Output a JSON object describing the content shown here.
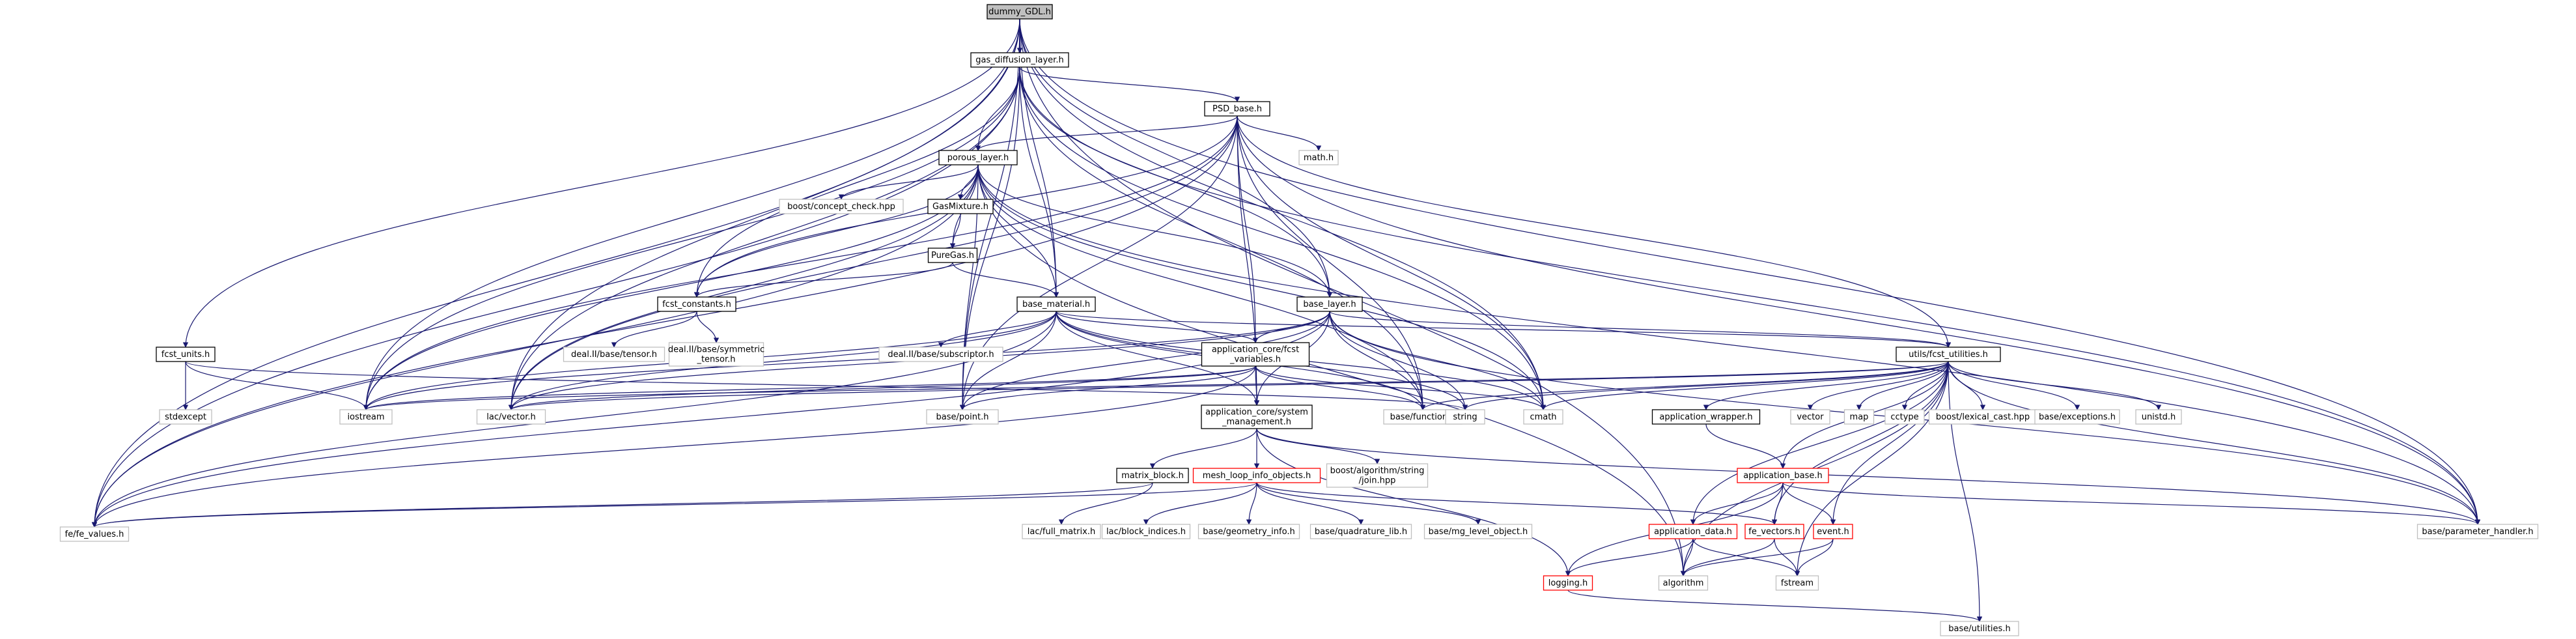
{
  "graph": {
    "root": "dummy_GDL.h",
    "colors": {
      "edge": "#191970",
      "border_documented": "#000000",
      "border_undocumented": "#bfbfbf",
      "border_truncated": "#ff0000",
      "fill_root": "#bfbfbf",
      "fill_default": "#ffffff"
    },
    "nodes": [
      {
        "id": "dummy",
        "label": "dummy_GDL.h",
        "style": "root"
      },
      {
        "id": "gdl",
        "label": "gas_diffusion_layer.h",
        "style": "doc"
      },
      {
        "id": "psd",
        "label": "PSD_base.h",
        "style": "doc"
      },
      {
        "id": "math",
        "label": "math.h",
        "style": "ext"
      },
      {
        "id": "porous",
        "label": "porous_layer.h",
        "style": "doc"
      },
      {
        "id": "concept",
        "label": "boost/concept_check.hpp",
        "style": "ext"
      },
      {
        "id": "gasmix",
        "label": "GasMixture.h",
        "style": "doc"
      },
      {
        "id": "puregas",
        "label": "PureGas.h",
        "style": "doc"
      },
      {
        "id": "fcstconst",
        "label": "fcst_constants.h",
        "style": "doc"
      },
      {
        "id": "tensor",
        "label": "deal.II/base/tensor.h",
        "style": "ext"
      },
      {
        "id": "symtensor",
        "label": "deal.II/base/symmetric\n_tensor.h",
        "style": "ext"
      },
      {
        "id": "basemat",
        "label": "base_material.h",
        "style": "doc"
      },
      {
        "id": "subscriptor",
        "label": "deal.II/base/subscriptor.h",
        "style": "ext"
      },
      {
        "id": "baselayer",
        "label": "base_layer.h",
        "style": "doc"
      },
      {
        "id": "fcstvars",
        "label": "application_core/fcst\n_variables.h",
        "style": "doc"
      },
      {
        "id": "sysmgmt",
        "label": "application_core/system\n_management.h",
        "style": "doc"
      },
      {
        "id": "fcstunits",
        "label": "fcst_units.h",
        "style": "doc"
      },
      {
        "id": "stdexcept",
        "label": "stdexcept",
        "style": "ext"
      },
      {
        "id": "iostream",
        "label": "iostream",
        "style": "ext"
      },
      {
        "id": "vector_h",
        "label": "lac/vector.h",
        "style": "ext"
      },
      {
        "id": "point",
        "label": "base/point.h",
        "style": "ext"
      },
      {
        "id": "function",
        "label": "base/function.h",
        "style": "ext"
      },
      {
        "id": "string",
        "label": "string",
        "style": "ext"
      },
      {
        "id": "cmath",
        "label": "cmath",
        "style": "ext"
      },
      {
        "id": "utils",
        "label": "utils/fcst_utilities.h",
        "style": "doc"
      },
      {
        "id": "appwrap",
        "label": "application_wrapper.h",
        "style": "doc"
      },
      {
        "id": "vector",
        "label": "vector",
        "style": "ext"
      },
      {
        "id": "map",
        "label": "map",
        "style": "ext"
      },
      {
        "id": "cctype",
        "label": "cctype",
        "style": "ext"
      },
      {
        "id": "lexical",
        "label": "boost/lexical_cast.hpp",
        "style": "ext"
      },
      {
        "id": "exceptions",
        "label": "base/exceptions.h",
        "style": "ext"
      },
      {
        "id": "unistd",
        "label": "unistd.h",
        "style": "ext"
      },
      {
        "id": "fevalues",
        "label": "fe/fe_values.h",
        "style": "ext"
      },
      {
        "id": "matrixblock",
        "label": "matrix_block.h",
        "style": "doc"
      },
      {
        "id": "meshloop",
        "label": "mesh_loop_info_objects.h",
        "style": "trunc"
      },
      {
        "id": "boostjoin",
        "label": "boost/algorithm/string\n/join.hpp",
        "style": "ext"
      },
      {
        "id": "fullmatrix",
        "label": "lac/full_matrix.h",
        "style": "ext"
      },
      {
        "id": "blockind",
        "label": "lac/block_indices.h",
        "style": "ext"
      },
      {
        "id": "geominfo",
        "label": "base/geometry_info.h",
        "style": "ext"
      },
      {
        "id": "quadlib",
        "label": "base/quadrature_lib.h",
        "style": "ext"
      },
      {
        "id": "mglevel",
        "label": "base/mg_level_object.h",
        "style": "ext"
      },
      {
        "id": "appbase",
        "label": "application_base.h",
        "style": "trunc"
      },
      {
        "id": "appdata",
        "label": "application_data.h",
        "style": "trunc"
      },
      {
        "id": "fevectors",
        "label": "fe_vectors.h",
        "style": "trunc"
      },
      {
        "id": "event",
        "label": "event.h",
        "style": "trunc"
      },
      {
        "id": "paramh",
        "label": "base/parameter_handler.h",
        "style": "ext"
      },
      {
        "id": "logging",
        "label": "logging.h",
        "style": "trunc"
      },
      {
        "id": "algorithm",
        "label": "algorithm",
        "style": "ext"
      },
      {
        "id": "fstream",
        "label": "fstream",
        "style": "ext"
      },
      {
        "id": "baseutils",
        "label": "base/utilities.h",
        "style": "ext"
      }
    ],
    "edges": [
      [
        "dummy",
        "gdl"
      ],
      [
        "dummy",
        "fevalues"
      ],
      [
        "dummy",
        "fcstunits"
      ],
      [
        "dummy",
        "iostream"
      ],
      [
        "dummy",
        "vector_h"
      ],
      [
        "dummy",
        "point"
      ],
      [
        "dummy",
        "basemat"
      ],
      [
        "dummy",
        "baselayer"
      ],
      [
        "dummy",
        "cmath"
      ],
      [
        "dummy",
        "paramh"
      ],
      [
        "dummy",
        "algorithm"
      ],
      [
        "gdl",
        "psd"
      ],
      [
        "gdl",
        "porous"
      ],
      [
        "gdl",
        "basemat"
      ],
      [
        "gdl",
        "baselayer"
      ],
      [
        "gdl",
        "fcstconst"
      ],
      [
        "gdl",
        "fevalues"
      ],
      [
        "gdl",
        "iostream"
      ],
      [
        "gdl",
        "vector_h"
      ],
      [
        "gdl",
        "point"
      ],
      [
        "gdl",
        "function"
      ],
      [
        "gdl",
        "cmath"
      ],
      [
        "gdl",
        "paramh"
      ],
      [
        "psd",
        "porous"
      ],
      [
        "psd",
        "math"
      ],
      [
        "psd",
        "utils"
      ],
      [
        "psd",
        "fcstvars"
      ],
      [
        "psd",
        "sysmgmt"
      ],
      [
        "psd",
        "fcstconst"
      ],
      [
        "psd",
        "point"
      ],
      [
        "psd",
        "function"
      ],
      [
        "psd",
        "cmath"
      ],
      [
        "psd",
        "paramh"
      ],
      [
        "psd",
        "fevalues"
      ],
      [
        "psd",
        "vector_h"
      ],
      [
        "psd",
        "iostream"
      ],
      [
        "porous",
        "concept"
      ],
      [
        "porous",
        "gasmix"
      ],
      [
        "porous",
        "puregas"
      ],
      [
        "porous",
        "fcstconst"
      ],
      [
        "porous",
        "basemat"
      ],
      [
        "porous",
        "baselayer"
      ],
      [
        "porous",
        "fevalues"
      ],
      [
        "porous",
        "iostream"
      ],
      [
        "porous",
        "vector_h"
      ],
      [
        "porous",
        "point"
      ],
      [
        "porous",
        "function"
      ],
      [
        "porous",
        "cmath"
      ],
      [
        "porous",
        "paramh"
      ],
      [
        "porous",
        "algorithm"
      ],
      [
        "gasmix",
        "puregas"
      ],
      [
        "puregas",
        "fcstconst"
      ],
      [
        "puregas",
        "basemat"
      ],
      [
        "fcstconst",
        "tensor"
      ],
      [
        "fcstconst",
        "symtensor"
      ],
      [
        "basemat",
        "subscriptor"
      ],
      [
        "basemat",
        "fcstvars"
      ],
      [
        "basemat",
        "sysmgmt"
      ],
      [
        "basemat",
        "fevalues"
      ],
      [
        "basemat",
        "iostream"
      ],
      [
        "basemat",
        "vector_h"
      ],
      [
        "basemat",
        "point"
      ],
      [
        "basemat",
        "function"
      ],
      [
        "basemat",
        "string"
      ],
      [
        "basemat",
        "cmath"
      ],
      [
        "basemat",
        "utils"
      ],
      [
        "baselayer",
        "utils"
      ],
      [
        "baselayer",
        "fcstvars"
      ],
      [
        "baselayer",
        "sysmgmt"
      ],
      [
        "baselayer",
        "fevalues"
      ],
      [
        "baselayer",
        "iostream"
      ],
      [
        "baselayer",
        "vector_h"
      ],
      [
        "baselayer",
        "point"
      ],
      [
        "baselayer",
        "function"
      ],
      [
        "baselayer",
        "cmath"
      ],
      [
        "baselayer",
        "paramh"
      ],
      [
        "baselayer",
        "string"
      ],
      [
        "fcstvars",
        "iostream"
      ],
      [
        "fcstvars",
        "vector_h"
      ],
      [
        "fcstvars",
        "point"
      ],
      [
        "fcstvars",
        "function"
      ],
      [
        "fcstvars",
        "cmath"
      ],
      [
        "fcstvars",
        "sysmgmt"
      ],
      [
        "fcstvars",
        "fevalues"
      ],
      [
        "sysmgmt",
        "matrixblock"
      ],
      [
        "sysmgmt",
        "meshloop"
      ],
      [
        "sysmgmt",
        "boostjoin"
      ],
      [
        "sysmgmt",
        "paramh"
      ],
      [
        "sysmgmt",
        "logging"
      ],
      [
        "fcstunits",
        "stdexcept"
      ],
      [
        "fcstunits",
        "iostream"
      ],
      [
        "fcstunits",
        "string"
      ],
      [
        "utils",
        "appwrap"
      ],
      [
        "utils",
        "vector"
      ],
      [
        "utils",
        "map"
      ],
      [
        "utils",
        "cctype"
      ],
      [
        "utils",
        "lexical"
      ],
      [
        "utils",
        "exceptions"
      ],
      [
        "utils",
        "unistd"
      ],
      [
        "utils",
        "string"
      ],
      [
        "utils",
        "cmath"
      ],
      [
        "utils",
        "function"
      ],
      [
        "utils",
        "iostream"
      ],
      [
        "utils",
        "vector_h"
      ],
      [
        "utils",
        "appbase"
      ],
      [
        "utils",
        "appdata"
      ],
      [
        "utils",
        "fevectors"
      ],
      [
        "utils",
        "event"
      ],
      [
        "utils",
        "fstream"
      ],
      [
        "utils",
        "algorithm"
      ],
      [
        "utils",
        "paramh"
      ],
      [
        "utils",
        "baseutils"
      ],
      [
        "appwrap",
        "appbase"
      ],
      [
        "appbase",
        "appdata"
      ],
      [
        "appbase",
        "fevectors"
      ],
      [
        "appbase",
        "event"
      ],
      [
        "appbase",
        "paramh"
      ],
      [
        "appbase",
        "logging"
      ],
      [
        "appdata",
        "logging"
      ],
      [
        "appdata",
        "algorithm"
      ],
      [
        "appdata",
        "fstream"
      ],
      [
        "fevectors",
        "algorithm"
      ],
      [
        "fevectors",
        "fstream"
      ],
      [
        "event",
        "algorithm"
      ],
      [
        "event",
        "fstream"
      ],
      [
        "logging",
        "baseutils"
      ],
      [
        "matrixblock",
        "fevalues"
      ],
      [
        "matrixblock",
        "fullmatrix"
      ],
      [
        "meshloop",
        "fevalues"
      ],
      [
        "meshloop",
        "blockind"
      ],
      [
        "meshloop",
        "geominfo"
      ],
      [
        "meshloop",
        "quadlib"
      ],
      [
        "meshloop",
        "mglevel"
      ],
      [
        "meshloop",
        "fevectors"
      ]
    ]
  }
}
